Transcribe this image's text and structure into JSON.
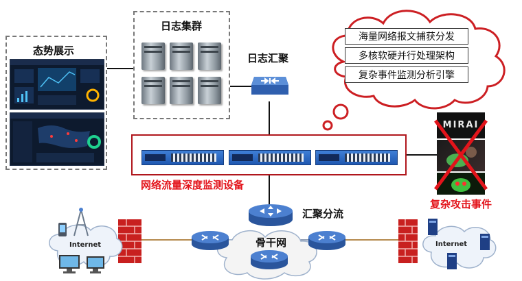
{
  "title_situation": "态势展示",
  "title_log_cluster": "日志集群",
  "title_log_aggregation": "日志汇聚",
  "features": [
    "海量网络报文捕获分发",
    "多核软硬并行处理架构",
    "复杂事件监测分析引擎"
  ],
  "device_label": "网络流量深度监测设备",
  "attack_label": "复杂攻击事件",
  "aggregation_label": "汇聚分流",
  "backbone_label": "骨干网",
  "internet_left": "Internet",
  "internet_right": "Internet",
  "thumb_top_text": "MIRAI",
  "colors": {
    "accent_red": "#e3141b",
    "device_blue": "#2a66c2",
    "router_blue": "#3464b0",
    "frame_red": "#b0161c",
    "firewall_red": "#c8201f"
  }
}
